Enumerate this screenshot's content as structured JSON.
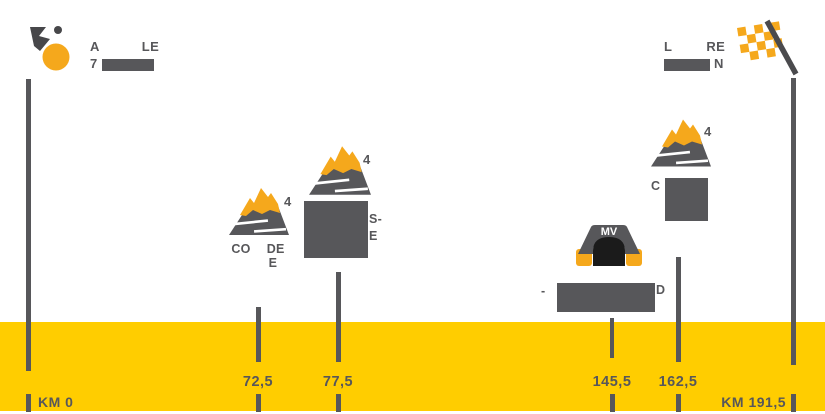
{
  "colors": {
    "band_yellow": "#FFCD00",
    "icon_orange": "#F5A81C",
    "text_gray": "#57575A"
  },
  "start": {
    "icon": "cyclist-start-icon",
    "name_line1_prefix": "A",
    "name_line1_suffix": "LE",
    "name_line2_prefix": "7",
    "km_label": "KM 0"
  },
  "finish": {
    "icon": "checkered-flag-icon",
    "name_line1_prefix": "L",
    "name_line1_suffix": "RE",
    "name_line2_suffix": "N",
    "km_label": "KM 191,5"
  },
  "waypoints": [
    {
      "kind": "climb",
      "category": "4",
      "km": "72,5",
      "label": {
        "line1_pre": "CO",
        "line1_post": "DE",
        "line2_post": "E"
      }
    },
    {
      "kind": "climb",
      "category": "4",
      "km": "77,5",
      "label": {
        "line1_post": "S-",
        "line2_post": "E"
      }
    },
    {
      "kind": "tunnel",
      "code": "MV",
      "km": "145,5",
      "label": {
        "pre": "-",
        "post": "D"
      }
    },
    {
      "kind": "climb",
      "category": "4",
      "km": "162,5",
      "label": {
        "line1_pre": "C"
      }
    }
  ]
}
